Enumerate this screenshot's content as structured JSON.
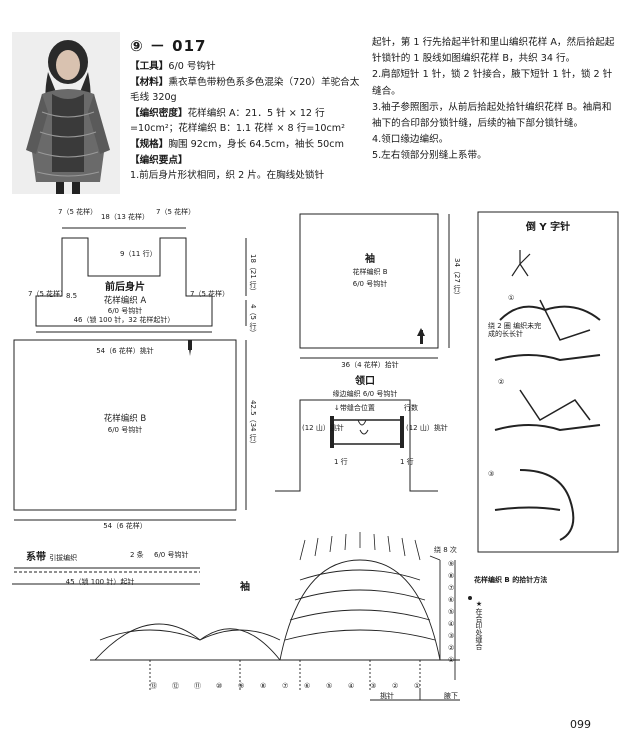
{
  "header": {
    "title": "⑨ － 017"
  },
  "specs": {
    "tool_label": "【工具】",
    "tool_value": "6/0 号钩针",
    "material_label": "【材料】",
    "material_value": "熏衣草色带粉色系多色混染（720）羊驼合太毛线 320g",
    "density_label": "【编织密度】",
    "density_value": "花样编织 A：21．5 针 × 12 行=10cm²；花样编织 B：1.1 花样 × 8 行=10cm²",
    "size_label": "【规格】",
    "size_value": "胸围 92cm，身长 64.5cm，袖长 50cm",
    "points_label": "【编织要点】",
    "point_1": "1.前后身片形状相同，织 2 片。在胸线处锁针"
  },
  "instructions": {
    "p1": "起针，第 1 行先拾起半针和里山编织花样 A，然后拾起起针锁针的 1 股线如图编织花样 B，共织 34 行。",
    "p2": "2.肩部短针 1 针，锁 2 针接合，腋下短针 1 针，锁 2 针缝合。",
    "p3": "3.袖子参照图示，从前后拾起处拾针编织花样 B。袖肩和袖下的合印部分锁针缝，后续的袖下部分锁针缝。",
    "p4": "4.领口缘边编织。",
    "p5": "5.左右领部分别缝上系带。"
  },
  "body_diagram": {
    "title": "前后身片",
    "pattern_a": "花样编织 A",
    "hook_a": "6/0 号钩针",
    "pattern_b": "花样编织 B",
    "hook_b": "6/0 号钩针",
    "top_left": "7（5 花样）",
    "top_mid": "18（13 花样）",
    "top_right": "7（5 花样）",
    "side_left": "7（5 花样）",
    "side_right": "7（5 花样）",
    "armhole_depth": "9（11 行）",
    "small_dim": "8.5",
    "right_upper": "18（21 行）",
    "right_mid": "4（5 行）",
    "chain_row": "46（锁 100 针，32 花样起针）",
    "mid_width": "54（6 花样）挑针",
    "right_lower": "42.5（34 行）",
    "bottom_width": "54（6 花样）"
  },
  "sleeve_box": {
    "title": "袖",
    "pattern": "花样编织 B",
    "hook": "6/0 号钩针",
    "right_dim": "34（27 行）",
    "bottom_dim": "36（4 花样）拾针"
  },
  "collar": {
    "title": "领口",
    "edging": "缘边编织 6/0 号钩针",
    "tie_pos": "↓带缝合位置",
    "row_label": "行数",
    "left_dim": "(12 山）挑针",
    "right_dim": "(12 山）挑针",
    "row_left": "1 行",
    "row_right": "1 行"
  },
  "y_stitch": {
    "title": "倒 Y 字针",
    "note": "绕 2 圈 编织未完成的长长针",
    "step_1": "①",
    "step_2": "②",
    "step_3": "③"
  },
  "ties": {
    "title": "系带",
    "method": "引拔编织",
    "count": "2 条",
    "hook": "6/0 号钩针",
    "length": "45（锁 100 针）起针"
  },
  "sleeve_chart": {
    "title": "袖",
    "repeat": "绕 8 次",
    "pattern_label": "花样编织 B 的拾针方法",
    "side_note": "★在合印处缝合",
    "pick_label": "挑针",
    "under_label": "腋下",
    "rows_bottom": [
      "⑬",
      "⑫",
      "⑪",
      "⑩",
      "⑨",
      "⑧",
      "⑦",
      "⑥",
      "⑤",
      "④",
      "③",
      "②",
      "①"
    ],
    "rows_right": [
      "⑨",
      "⑧",
      "⑦",
      "⑥",
      "⑤",
      "④",
      "③",
      "②",
      "①"
    ]
  },
  "page": {
    "number": "099"
  }
}
